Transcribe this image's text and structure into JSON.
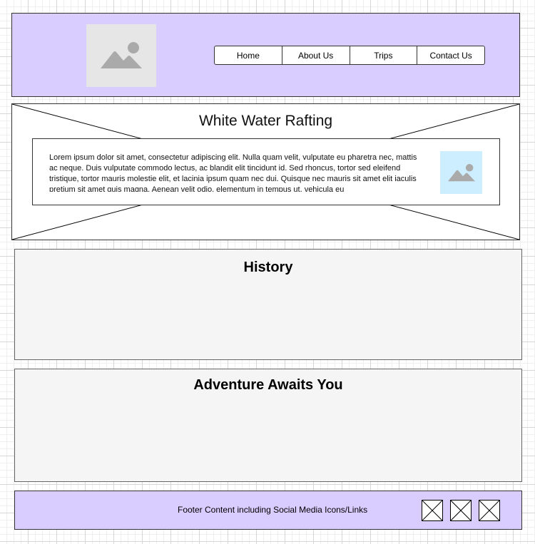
{
  "header": {
    "logo_icon": "image-placeholder-icon",
    "nav": [
      "Home",
      "About Us",
      "Trips",
      "Contact Us"
    ]
  },
  "hero": {
    "title": "White Water Rafting",
    "body": "Lorem ipsum dolor sit amet, consectetur adipiscing elit. Nulla quam velit, vulputate eu pharetra nec, mattis ac neque. Duis vulputate commodo lectus, ac blandit elit tincidunt id. Sed rhoncus, tortor sed eleifend tristique, tortor mauris molestie elit, et lacinia ipsum quam nec dui. Quisque nec mauris sit amet elit iaculis pretium sit amet quis magna. Aenean velit odio, elementum in tempus ut, vehicula eu",
    "image_icon": "image-placeholder-icon"
  },
  "sections": {
    "history": "History",
    "adventure": "Adventure Awaits You"
  },
  "footer": {
    "text": "Footer Content including Social Media Icons/Links",
    "social_icons": [
      "social-placeholder-icon",
      "social-placeholder-icon",
      "social-placeholder-icon"
    ]
  },
  "colors": {
    "header_bg": "#d9ccff",
    "footer_bg": "#d9ccff",
    "section_bg": "#f5f5f5",
    "hero_image_bg": "#cceeff",
    "logo_bg": "#e6e6e6"
  }
}
